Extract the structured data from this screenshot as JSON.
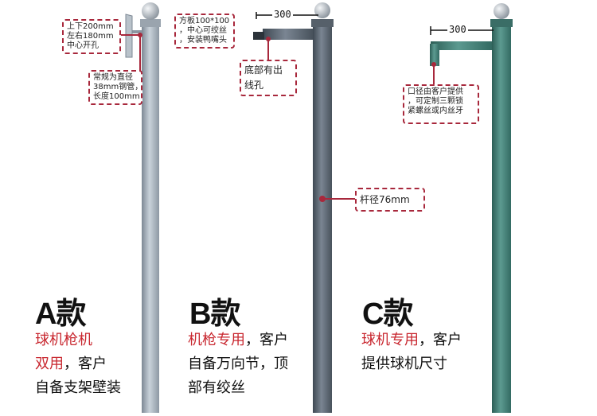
{
  "poles": [
    {
      "id": "A",
      "title": "A款",
      "desc_red_1": "球机枪机",
      "desc_red_2": "双用",
      "desc_black_2": "，客户",
      "desc_black_3": "自备支架壁装",
      "callout_top": [
        "上下200mm",
        "左右180mm",
        "中心开孔"
      ],
      "callout_mid": [
        "常规为直径",
        "38mm钢管，",
        "长度100mm"
      ],
      "pole_color": "#a7b2bd"
    },
    {
      "id": "B",
      "title": "B款",
      "desc_red_1": "机枪专用",
      "desc_black_1": "，客户",
      "desc_black_2": "自备万向节，顶",
      "desc_black_3": "部有绞丝",
      "callout_plate": [
        "方板100*100",
        "，中心可绞丝",
        "，安装鸭嘴头"
      ],
      "callout_hole": [
        "底部有出",
        "线孔"
      ],
      "callout_rod": "杆径76mm",
      "dimension": "300",
      "pole_color": "#5a6673"
    },
    {
      "id": "C",
      "title": "C款",
      "desc_red_1": "球机专用",
      "desc_black_1": "，客户",
      "desc_black_2": "提供球机尺寸",
      "callout_mouth": [
        "口径由客户提供",
        "，可定制三颗锁",
        "紧螺丝或内丝牙"
      ],
      "dimension": "300",
      "pole_color": "#3f7a72"
    }
  ],
  "accent_color": "#a8283c"
}
